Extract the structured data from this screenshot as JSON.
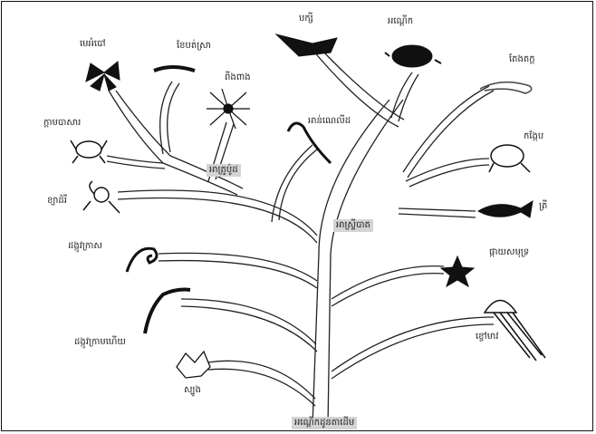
{
  "diagram": {
    "root_label": "អណ្ដើកដូនតាដើម",
    "nodes": {
      "arthropods_node": "អាត្រូប៉ូដ",
      "chordates_node": "អាស្ទ្រីបាត",
      "annelid_branch": "អាន់ណេលីដ"
    },
    "animals": {
      "butterfly": "មេអំបៅ",
      "centipede": "ខែបត់ស្រា",
      "spider": "ពីងពាង",
      "crab": "ក្ដាមបាសារ",
      "scorpion": "ខ្យាដំរី",
      "earthworm": "ដង្កូវក្រាស",
      "leech": "ដង្កូវក្រាមហើយ",
      "sponge": "ស្បូង",
      "bird": "បក្សី",
      "turtle": "អណ្ដើក",
      "lizard": "តែងតក្ត",
      "frog": "កង្កែប",
      "fish": "ត្រី",
      "starfish": "ផ្កាយសមុទ្រ",
      "jellyfish": "ខ្ចៅមាវ"
    }
  }
}
